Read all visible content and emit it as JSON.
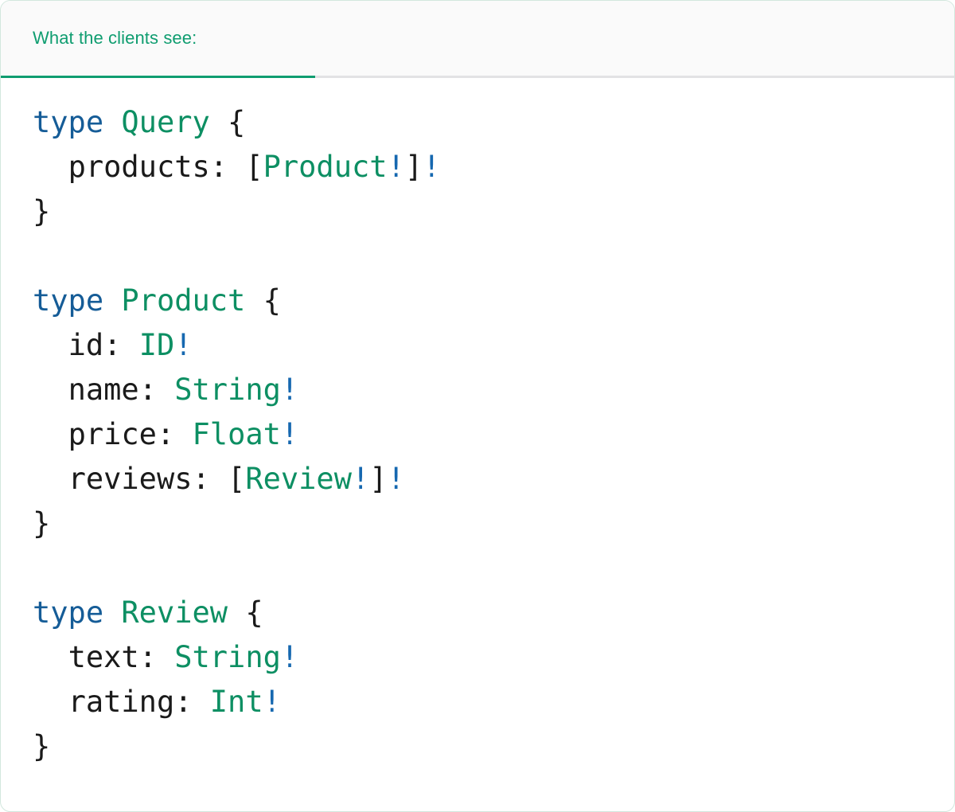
{
  "card": {
    "border_color": "#d2e7dd",
    "background": "#ffffff"
  },
  "header": {
    "background": "#fafafa",
    "active_tab_label": "What the clients see:",
    "active_tab_color": "#0f9d70",
    "underline_color": "#0f9d70",
    "inactive_underline_color": "#e2e2e4"
  },
  "syntax_colors": {
    "keyword": "#155c97",
    "type_name": "#0d8f63",
    "field": "#1a1a1a",
    "punctuation": "#1a1a1a",
    "non_null_bang": "#1668b0"
  },
  "code": {
    "language": "graphql",
    "full_text": "type Query {\n  products: [Product!]!\n}\n\ntype Product {\n  id: ID!\n  name: String!\n  price: Float!\n  reviews: [Review!]!\n}\n\ntype Review {\n  text: String!\n  rating: Int!\n}",
    "lines": [
      {
        "id": "l1",
        "text": "type Query {"
      },
      {
        "id": "l2",
        "text": "  products: [Product!]!"
      },
      {
        "id": "l3",
        "text": "}"
      },
      {
        "id": "l4",
        "text": ""
      },
      {
        "id": "l5",
        "text": "type Product {"
      },
      {
        "id": "l6",
        "text": "  id: ID!"
      },
      {
        "id": "l7",
        "text": "  name: String!"
      },
      {
        "id": "l8",
        "text": "  price: Float!"
      },
      {
        "id": "l9",
        "text": "  reviews: [Review!]!"
      },
      {
        "id": "l10",
        "text": "}"
      },
      {
        "id": "l11",
        "text": ""
      },
      {
        "id": "l12",
        "text": "type Review {"
      },
      {
        "id": "l13",
        "text": "  text: String!"
      },
      {
        "id": "l14",
        "text": "  rating: Int!"
      },
      {
        "id": "l15",
        "text": "}"
      }
    ],
    "tokens": {
      "l1": [
        {
          "t": "type",
          "c": "kw"
        },
        {
          "t": " ",
          "c": "punct"
        },
        {
          "t": "Query",
          "c": "type"
        },
        {
          "t": " {",
          "c": "punct"
        }
      ],
      "l2": [
        {
          "t": "  ",
          "c": "punct"
        },
        {
          "t": "products",
          "c": "field"
        },
        {
          "t": ": [",
          "c": "punct"
        },
        {
          "t": "Product",
          "c": "type"
        },
        {
          "t": "!",
          "c": "bang"
        },
        {
          "t": "]",
          "c": "punct"
        },
        {
          "t": "!",
          "c": "bang"
        }
      ],
      "l3": [
        {
          "t": "}",
          "c": "punct"
        }
      ],
      "l4": [
        {
          "t": "",
          "c": "punct"
        }
      ],
      "l5": [
        {
          "t": "type",
          "c": "kw"
        },
        {
          "t": " ",
          "c": "punct"
        },
        {
          "t": "Product",
          "c": "type"
        },
        {
          "t": " {",
          "c": "punct"
        }
      ],
      "l6": [
        {
          "t": "  ",
          "c": "punct"
        },
        {
          "t": "id",
          "c": "field"
        },
        {
          "t": ": ",
          "c": "punct"
        },
        {
          "t": "ID",
          "c": "type"
        },
        {
          "t": "!",
          "c": "bang"
        }
      ],
      "l7": [
        {
          "t": "  ",
          "c": "punct"
        },
        {
          "t": "name",
          "c": "field"
        },
        {
          "t": ": ",
          "c": "punct"
        },
        {
          "t": "String",
          "c": "type"
        },
        {
          "t": "!",
          "c": "bang"
        }
      ],
      "l8": [
        {
          "t": "  ",
          "c": "punct"
        },
        {
          "t": "price",
          "c": "field"
        },
        {
          "t": ": ",
          "c": "punct"
        },
        {
          "t": "Float",
          "c": "type"
        },
        {
          "t": "!",
          "c": "bang"
        }
      ],
      "l9": [
        {
          "t": "  ",
          "c": "punct"
        },
        {
          "t": "reviews",
          "c": "field"
        },
        {
          "t": ": [",
          "c": "punct"
        },
        {
          "t": "Review",
          "c": "type"
        },
        {
          "t": "!",
          "c": "bang"
        },
        {
          "t": "]",
          "c": "punct"
        },
        {
          "t": "!",
          "c": "bang"
        }
      ],
      "l10": [
        {
          "t": "}",
          "c": "punct"
        }
      ],
      "l11": [
        {
          "t": "",
          "c": "punct"
        }
      ],
      "l12": [
        {
          "t": "type",
          "c": "kw"
        },
        {
          "t": " ",
          "c": "punct"
        },
        {
          "t": "Review",
          "c": "type"
        },
        {
          "t": " {",
          "c": "punct"
        }
      ],
      "l13": [
        {
          "t": "  ",
          "c": "punct"
        },
        {
          "t": "text",
          "c": "field"
        },
        {
          "t": ": ",
          "c": "punct"
        },
        {
          "t": "String",
          "c": "type"
        },
        {
          "t": "!",
          "c": "bang"
        }
      ],
      "l14": [
        {
          "t": "  ",
          "c": "punct"
        },
        {
          "t": "rating",
          "c": "field"
        },
        {
          "t": ": ",
          "c": "punct"
        },
        {
          "t": "Int",
          "c": "type"
        },
        {
          "t": "!",
          "c": "bang"
        }
      ],
      "l15": [
        {
          "t": "}",
          "c": "punct"
        }
      ]
    }
  }
}
